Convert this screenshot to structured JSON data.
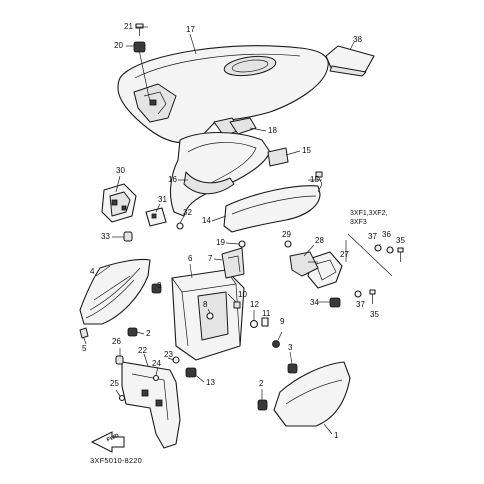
{
  "labels": [
    {
      "id": "21",
      "text": "21"
    },
    {
      "id": "20",
      "text": "20"
    },
    {
      "id": "17",
      "text": "17"
    },
    {
      "id": "38",
      "text": "38"
    },
    {
      "id": "18",
      "text": "18"
    },
    {
      "id": "15a",
      "text": "15"
    },
    {
      "id": "16",
      "text": "16"
    },
    {
      "id": "15b",
      "text": "15"
    },
    {
      "id": "30",
      "text": "30"
    },
    {
      "id": "31",
      "text": "31"
    },
    {
      "id": "32",
      "text": "32"
    },
    {
      "id": "14",
      "text": "14"
    },
    {
      "id": "33",
      "text": "33"
    },
    {
      "id": "19",
      "text": "19"
    },
    {
      "id": "7",
      "text": "7"
    },
    {
      "id": "6",
      "text": "6"
    },
    {
      "id": "29",
      "text": "29"
    },
    {
      "id": "28",
      "text": "28"
    },
    {
      "id": "37a",
      "text": "37"
    },
    {
      "id": "36",
      "text": "36"
    },
    {
      "id": "35a",
      "text": "35"
    },
    {
      "id": "27",
      "text": "27"
    },
    {
      "id": "4",
      "text": "4"
    },
    {
      "id": "3a",
      "text": "3"
    },
    {
      "id": "10",
      "text": "10"
    },
    {
      "id": "8",
      "text": "8"
    },
    {
      "id": "12",
      "text": "12"
    },
    {
      "id": "11",
      "text": "11"
    },
    {
      "id": "34",
      "text": "34"
    },
    {
      "id": "37b",
      "text": "37"
    },
    {
      "id": "35b",
      "text": "35"
    },
    {
      "id": "9",
      "text": "9"
    },
    {
      "id": "2a",
      "text": "2"
    },
    {
      "id": "5",
      "text": "5"
    },
    {
      "id": "26",
      "text": "26"
    },
    {
      "id": "22",
      "text": "22"
    },
    {
      "id": "23",
      "text": "23"
    },
    {
      "id": "24",
      "text": "24"
    },
    {
      "id": "3b",
      "text": "3"
    },
    {
      "id": "25",
      "text": "25"
    },
    {
      "id": "13",
      "text": "13"
    },
    {
      "id": "2b",
      "text": "2"
    },
    {
      "id": "1",
      "text": "1"
    }
  ],
  "legend": {
    "lines": [
      "3XF1,3XF2,",
      "3XF3"
    ]
  },
  "badge": {
    "text": "FWD"
  },
  "diagram_code": "3XF5010-8220"
}
